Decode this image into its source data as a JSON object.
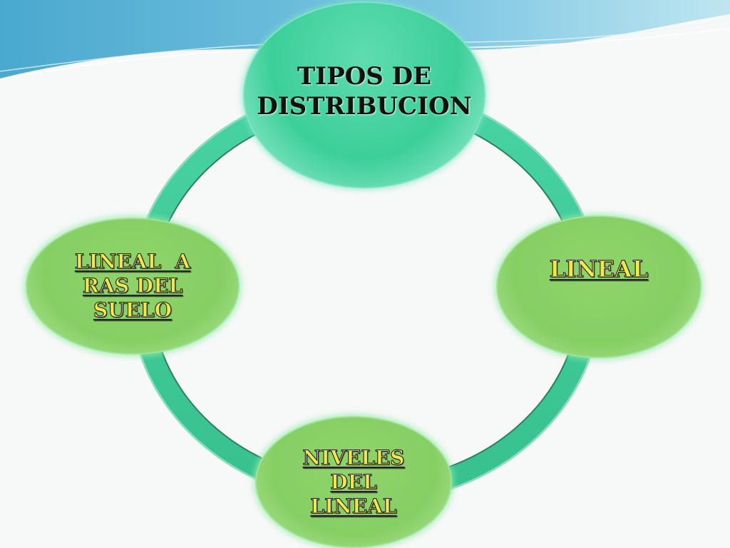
{
  "diagram": {
    "center": {
      "lines": [
        "TIPOS DE",
        "DISTRIBUCION"
      ]
    },
    "nodes": {
      "left": {
        "lines": [
          "LINEAL  A",
          "RAS DEL",
          "SUELO"
        ]
      },
      "right": {
        "lines": [
          "LINEAL"
        ]
      },
      "bottom": {
        "lines": [
          "NIVELES",
          "DEL",
          "LINEAL"
        ]
      }
    }
  },
  "colors": {
    "ring": "#3fcf9c",
    "center_fill": "#3ccf9a",
    "node_fill": "#86cf64",
    "label_text": "#f2e84a",
    "title_text": "#111111"
  }
}
